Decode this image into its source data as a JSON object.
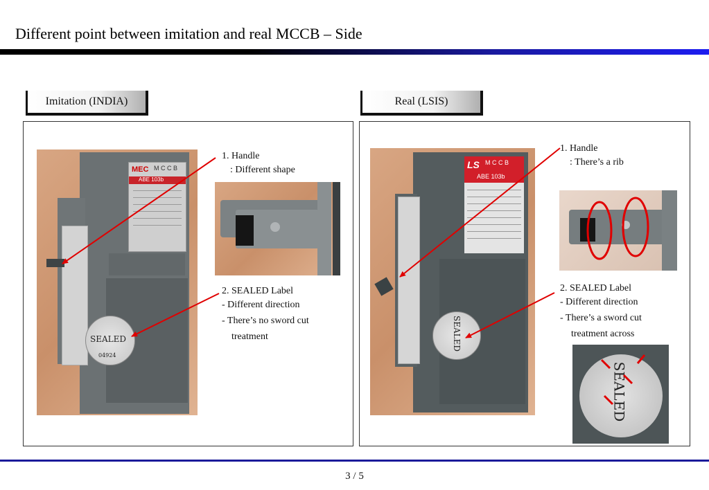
{
  "title": "Different point between imitation and real MCCB – Side",
  "left": {
    "tab_label": "Imitation (INDIA)",
    "brand": "MEC",
    "product_line": "M C C B",
    "model": "ABE 103b",
    "seal_text": "SEALED",
    "seal_code": "04924",
    "note1_title": "1. Handle",
    "note1_detail": ": Different shape",
    "note2_title": "2. SEALED Label",
    "note2_line1": "- Different direction",
    "note2_line2": "- There’s no sword cut",
    "note2_line3": "treatment"
  },
  "right": {
    "tab_label": "Real (LSIS)",
    "brand": "LS",
    "product_line": "M C C B",
    "model": "ABE 103b",
    "seal_text": "SEALED",
    "note1_title": "1. Handle",
    "note1_detail": ": There’s a rib",
    "note2_title": "2.  SEALED Label",
    "note2_line1": "- Different direction",
    "note2_line2": "- There’s a sword cut",
    "note2_line3": "treatment across"
  },
  "page_number": "3 / 5",
  "colors": {
    "arrow": "#e00000",
    "title_rule_end": "#1c1cf0",
    "footer_rule": "#1a1a9a",
    "highlight_circle": "#e00000"
  }
}
